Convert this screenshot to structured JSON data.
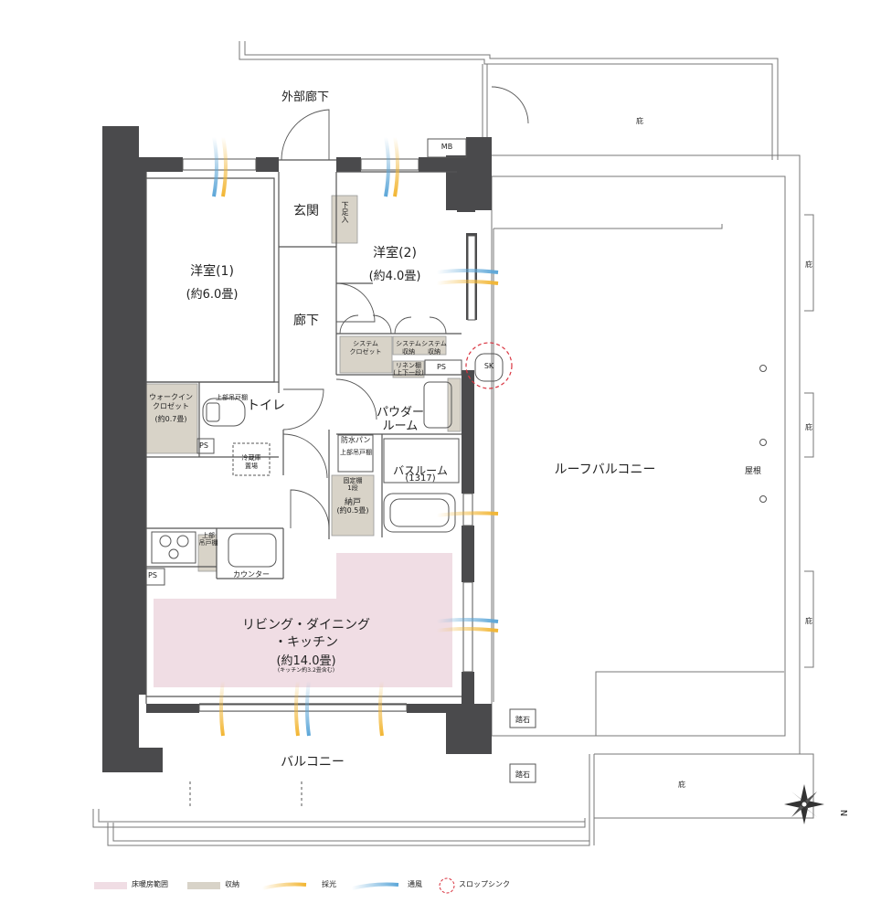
{
  "rooms": {
    "corridor_outside": "外部廊下",
    "entrance": "玄関",
    "shoe_box": "下足入",
    "western_room_1": "洋室(1)",
    "western_room_1_size": "(約6.0畳)",
    "western_room_2": "洋室(2)",
    "western_room_2_size": "(約4.0畳)",
    "hallway": "廊下",
    "walk_in_closet": "ウォークイン\nクロゼット",
    "walk_in_closet_size": "(約0.7畳)",
    "upper_cabinet_toilet": "上部吊戸棚",
    "toilet": "トイレ",
    "system_closet": "システム\nクロゼット",
    "system_storage_1": "システム\n収納",
    "system_storage_2": "システム\n収納",
    "linen_shelf": "リネン棚\n(上下一段)",
    "powder_room": "パウダー\nルーム",
    "waterproof_pan": "防水パン",
    "upper_cabinet_wash": "上部吊戸棚",
    "bathroom": "バスルーム",
    "bathroom_size": "(1317)",
    "fixed_shelf": "固定棚\n1段",
    "storage": "納戸",
    "storage_size": "(約0.5畳)",
    "fridge_space": "冷蔵庫\n置場",
    "upper_cabinet_kitchen": "上部\n吊戸棚",
    "counter": "カウンター",
    "ldk_line1": "リビング・ダイニング",
    "ldk_line2": "・キッチン",
    "ldk_size": "(約14.0畳)",
    "ldk_note": "(キッチン約3.2畳含む)",
    "balcony": "バルコニー",
    "roof_balcony": "ルーフバルコニー",
    "roof": "屋根",
    "mb": "MB",
    "ps": "PS",
    "sk": "SK",
    "stepping_stone": "踏石",
    "garden": "庇"
  },
  "compass": {
    "label": "N"
  },
  "legend": {
    "floor_heating": "床暖房範囲",
    "storage": "収納",
    "daylight": "採光",
    "ventilation": "通風",
    "slop_sink": "スロップシンク"
  },
  "colors": {
    "wall": "#4a4a4c",
    "floor_heating": "#f0dde4",
    "storage": "#d8d3c8",
    "daylight": "#f2b531",
    "ventilation": "#5ba6d8",
    "slop_sink": "#d9333f",
    "line": "#555555"
  }
}
